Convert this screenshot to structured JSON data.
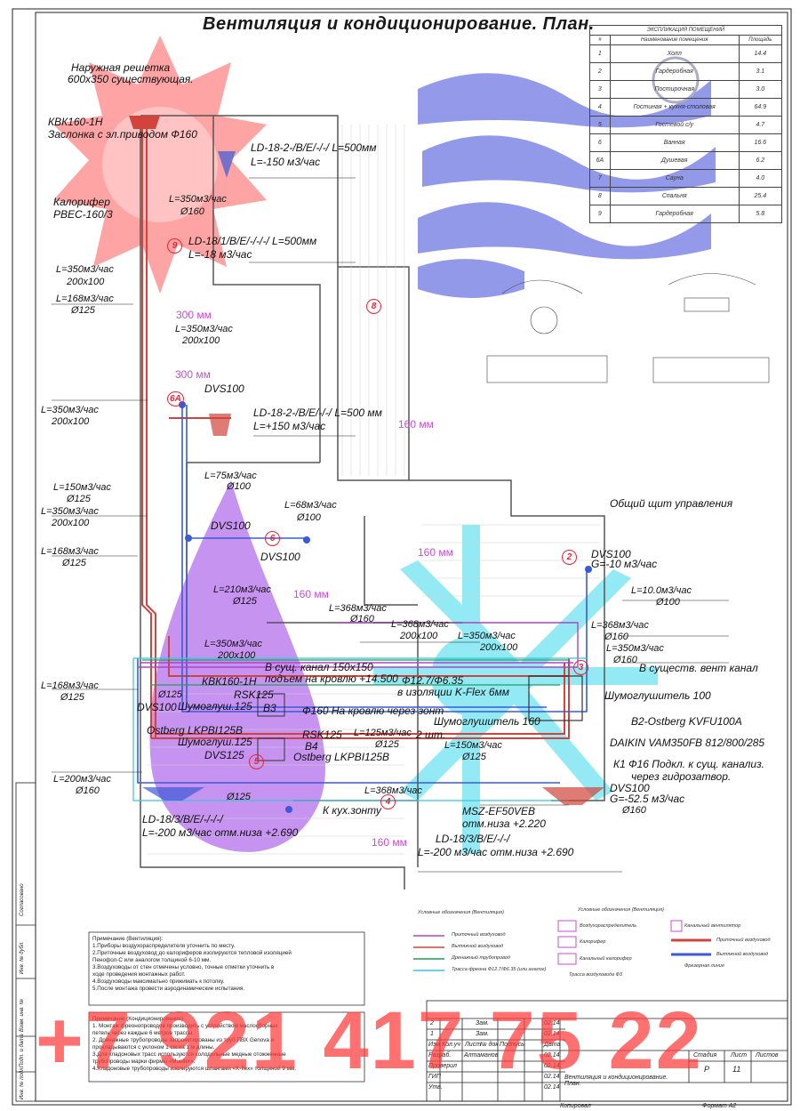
{
  "title": "Вентиляция и кондиционирование. План.",
  "phone_watermark": "+7 921 417 75 22",
  "explication": {
    "header": "ЭКСПЛИКАЦИЯ ПОМЕЩЕНИЙ",
    "columns": [
      "#",
      "Наименование помещения",
      "Площадь"
    ],
    "rows": [
      [
        "1",
        "Холл",
        "14.4"
      ],
      [
        "2",
        "Гардеробная",
        "3.1"
      ],
      [
        "3",
        "Постирочная",
        "3.0"
      ],
      [
        "4",
        "Гостиная + кухня-столовая",
        "64.9"
      ],
      [
        "5",
        "Гостевой с/у",
        "4.7"
      ],
      [
        "6",
        "Ванная",
        "16.6"
      ],
      [
        "6А",
        "Душевая",
        "6.2"
      ],
      [
        "7",
        "Сауна",
        "4.0"
      ],
      [
        "8",
        "Спальня",
        "25.4"
      ],
      [
        "9",
        "Гардеробная",
        "5.8"
      ]
    ]
  },
  "labels": {
    "grille": "Наружная решетка",
    "grille_size": "600х350 существующая.",
    "kvk_top": "КВК160-1Н",
    "damper": "Заслонка с эл.приводом Ф160",
    "heater": "Калорифер",
    "heater_model": "PBEC-160/3",
    "ld1": "LD-18-2-/B/E/-/-/ L=500мм",
    "ld1_flow": "L=-150 м3/час",
    "l350_d160": "L=350м3/час",
    "d160_a": "Ø160",
    "ld2": "LD-18/1/B/E/-/-/-/ L=500мм",
    "ld2_flow": "L=-18 м3/час",
    "l350_200a": "L=350м3/час",
    "s200_a": "200х100",
    "l168_a": "L=168м3/час",
    "d125_a": "Ø125",
    "l350_mid": "L=350м3/час",
    "s200_mid": "200х100",
    "dvs100_a": "DVS100",
    "ld3": "LD-18-2-/B/E/-/-/ L=500 мм",
    "ld3_flow": "L=+150 м3/час",
    "l350_b": "L=350м3/час",
    "s200_b": "200х100",
    "l75": "L=75м3/час",
    "d100_a": "Ø100",
    "l150": "L=150м3/час",
    "d125_b": "Ø125",
    "l350_c": "L=350м3/час",
    "s200_c": "200х100",
    "l68": "L=68м3/час",
    "d100_b": "Ø100",
    "dvs100_b": "DVS100",
    "dvs100_c": "DVS100",
    "l168_b": "L=168м3/час",
    "d125_c": "Ø125",
    "control_panel": "Общий щит управления",
    "dvs100_d": "DVS100",
    "g10": "G=-10 м3/час",
    "l10": "L=10.0м3/час",
    "d100_c": "Ø100",
    "l210": "L=210м3/час",
    "d125_d": "Ø125",
    "l368_a": "L=368м3/час",
    "d160_b": "Ø160",
    "l368_b": "L=368м3/час",
    "s200_d": "200х100",
    "l350_d": "L=350м3/час",
    "s200_e": "200х100",
    "l368_c": "L=368м3/час",
    "d160_c": "Ø160",
    "l350_e": "L=350м3/час",
    "d160_d": "Ø160",
    "l350_f": "L=350м3/час",
    "s200_f": "200х100",
    "exist_channel": "В сущ. канал 150х150",
    "roof_rise": "подъем на кровлю +14.500",
    "pipe": "Ф12.7/Ф6.35",
    "insulation": "в изоляции K-Flex 6мм",
    "to_exist_vent": "В существ. вент канал",
    "kvk_mid": "КВК160-1Н",
    "rsk125_a": "RSK125",
    "b3": "В3",
    "silencer100": "Шумоглушитель 100",
    "l168_c": "L=168м3/час",
    "d125_e": "Ø125",
    "dvs100_e": "DVS100",
    "d125_f": "Ø125",
    "silencer125_a": "Шумоглуш.125",
    "roof_hood": "Ф160 На кровлю через зонт",
    "b2": "В2-Ostberg KVFU100A",
    "ostberg_lkp_a": "Ostberg LKPBI125B",
    "silencer125_b": "Шумоглуш.125",
    "rsk125_b": "RSK125",
    "b4": "В4",
    "silencer160": "Шумоглушитель 160",
    "two_pcs": "2 шт.",
    "daikin": "DAIKIN VAM350FB 812/800/285",
    "l125": "L=125м3/час",
    "d125_g": "Ø125",
    "l150_b": "L=150м3/час",
    "d125_h": "Ø125",
    "dvs125": "DVS125",
    "ostberg_lkp_b": "Ostberg LKPBI125B",
    "k1": "К1 Ф16 Подкл. к сущ. канализ.",
    "water_seal": "через гидрозатвор.",
    "l200": "L=200м3/час",
    "d160_e": "Ø160",
    "l368_d": "L=368м3/час",
    "dvs100_f": "DVS100",
    "g525": "G=-52.5 м3/час",
    "d160_f": "Ø160",
    "d125_i": "Ø125",
    "to_kitchen": "К кух.зонту",
    "msz": "MSZ-EF50VEB",
    "msz_elev": "отм.низа +2.220",
    "ld4": "LD-18/3/B/E/-/-/-/",
    "ld4_flow": "L=-200 м3/час отм.низа +2.690",
    "ld5": "LD-18/3/B/E/-/-/",
    "ld5_flow": "L=-200 м3/час отм.низа +2.690"
  },
  "dimensions": {
    "mm300_a": "300 мм",
    "mm300_b": "300 мм",
    "mm160_a": "160 мм",
    "mm160_b": "160 мм",
    "mm160_c": "160 мм",
    "mm160_d": "160 мм"
  },
  "room_numbers": [
    "9",
    "8",
    "6А",
    "6",
    "2",
    "3",
    "4",
    "5"
  ],
  "notes_vent": {
    "heading": "Примечание (Вентиляция):",
    "lines": [
      "1.Приборы воздухораспределителя уточнить по месту.",
      "2.Приточные воздуховод до калориферов изолируются тепловой изоляцией",
      "Пенофол-С или аналогом толщиной 6-10 мм.",
      "3.Воздуховоды от стен отмечены условно, точные отметки уточнить в",
      "ходе проведения монтажных работ.",
      "4.Воздуховоды максимально прижимать к потолку.",
      "5.После монтажа провести аэродинамические испытания."
    ]
  },
  "notes_cond": {
    "heading": "Примечание (Кондиционирование):",
    "lines": [
      "1. Монтаж фреонопроводов производить с устройством маслосборных",
      "петель через каждые 6 метров трассы.",
      "2. Дренажные трубопроводы запроектированы из труб ПВХ Genova и",
      "прокладываются с уклоном 1 см на 1 м длины.",
      "3.Для хладоновых трасс используются холодильные медные отожженные",
      "трубопроводы марки фирмы «Mueller».",
      "4.Хладоновые трубопроводы изолируются шлангами «K-flex» толщиной 9 мм."
    ]
  },
  "legend": {
    "left_title": "Условные обозначения (Вентиляция)",
    "left_items": [
      "Приточный воздуховод",
      "Вытяжной воздуховод",
      "Дренажный трубопровод",
      "Трасса фреона Ф12.7/Ф6.35 (или аналог)"
    ],
    "right_title": "Условные обозначения (Вентиляция)",
    "right_items": [
      "Воздухораспределитель",
      "Канальный вентилятор",
      "Калорифер",
      "Приточный воздуховод",
      "Канальный калорифер",
      "Вытяжной воздуховод",
      "Трасса воздуховода Ф3",
      "Фрезерная линия"
    ]
  },
  "stamp": {
    "rows": [
      [
        "2",
        "Зам.",
        "",
        "",
        "",
        "02.14"
      ],
      [
        "1",
        "Зам.",
        "",
        "",
        "",
        "02.14"
      ]
    ],
    "header": [
      "Изм",
      "Кол.уч",
      "Лист",
      "№ док",
      "Подпись",
      "Дата"
    ],
    "roles": [
      [
        "Разраб.",
        "Алтаманов",
        "02.14"
      ],
      [
        "Проверил",
        "",
        "02.14"
      ],
      [
        "ГИП",
        "",
        "02.14"
      ],
      [
        "Утв.",
        "",
        "02.14"
      ]
    ],
    "stage_h": "Стадия",
    "sheet_h": "Лист",
    "sheets_h": "Листов",
    "stage": "Р",
    "sheet": "11",
    "sheets": "",
    "doc_title": "Вентиляция и кондиционирование. План.",
    "copied": "Копировал",
    "format": "Формат А2",
    "side": [
      "Согласовано",
      "Инв. № подл.",
      "Подп. и дата",
      "Взам. инв. №",
      "Инв. № дубл."
    ]
  }
}
